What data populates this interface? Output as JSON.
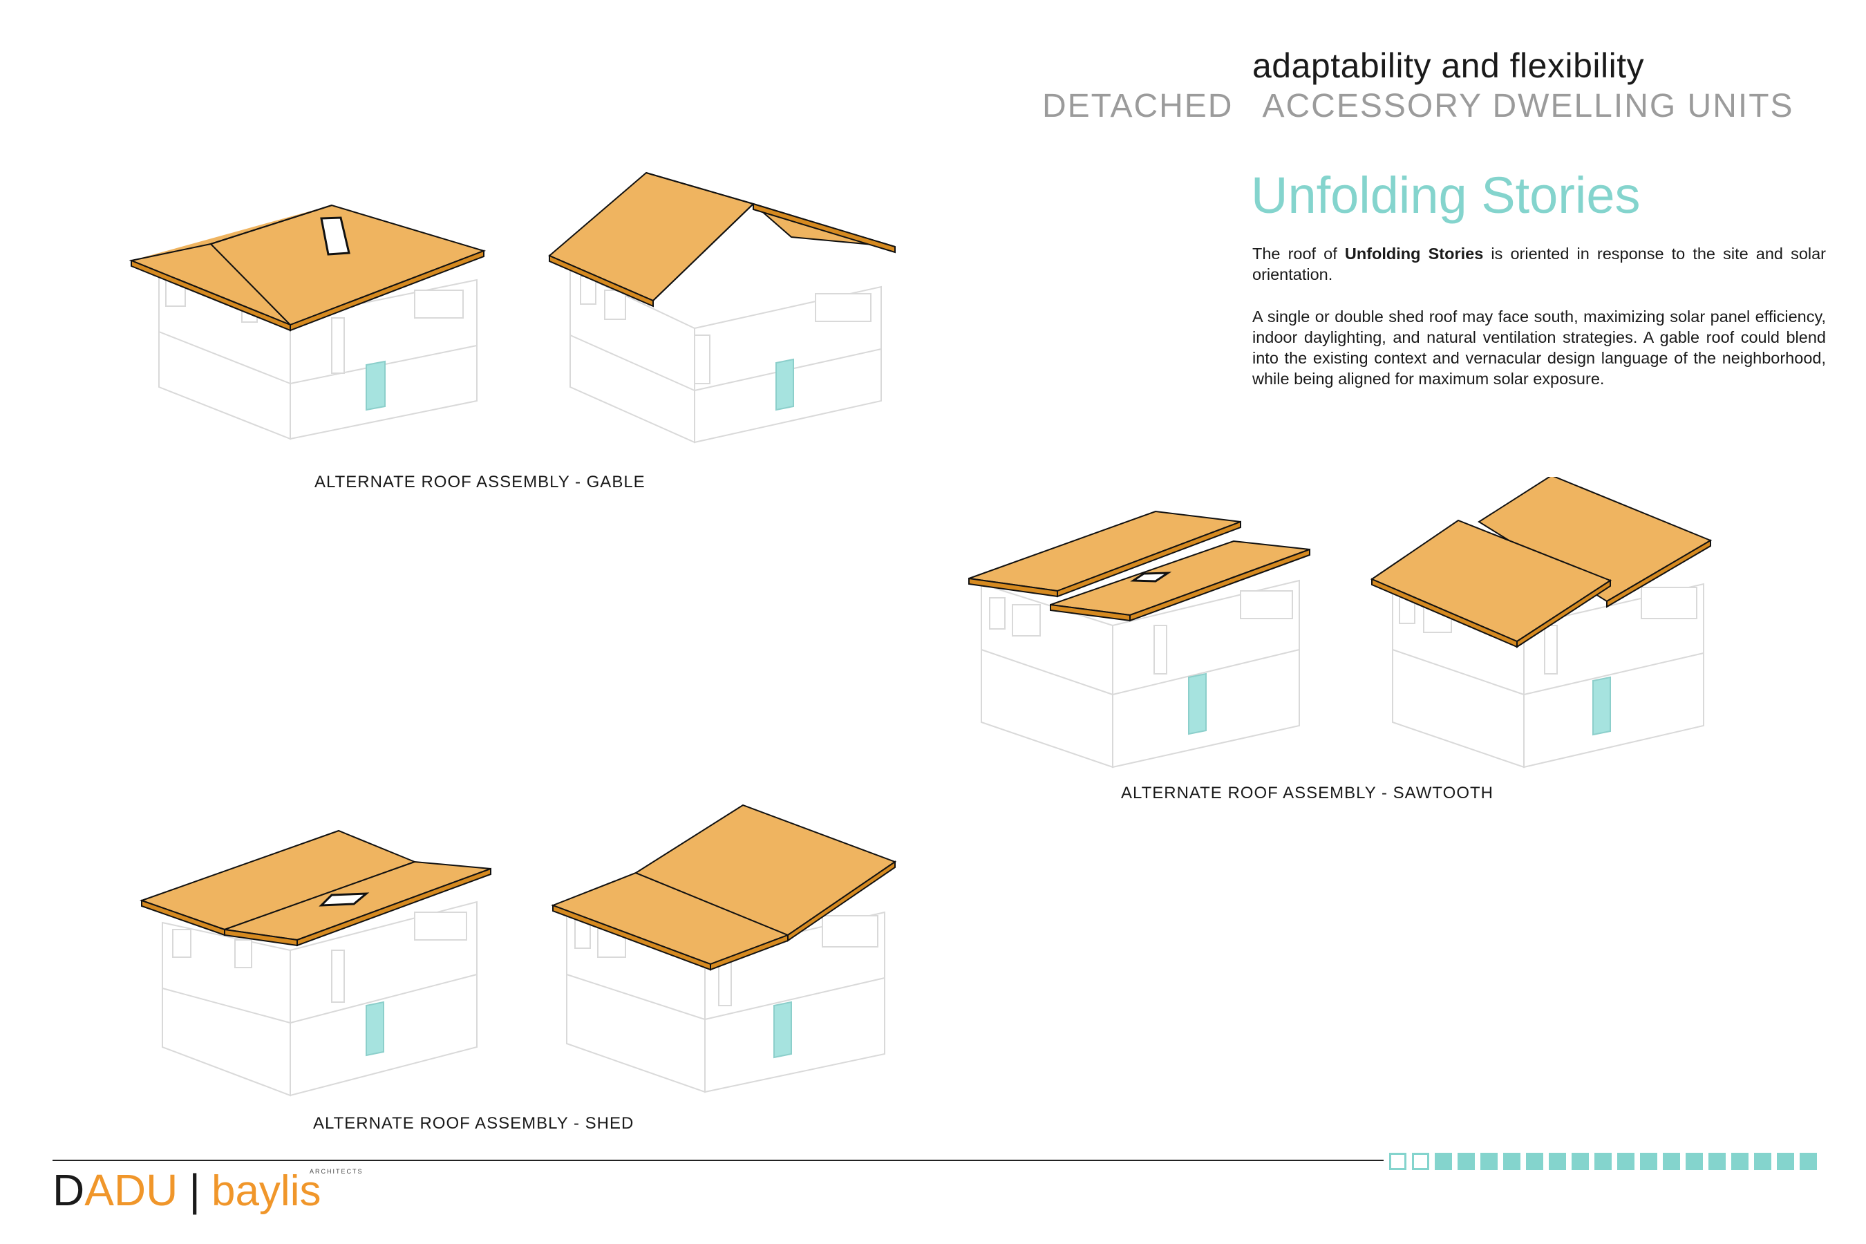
{
  "header": {
    "subtitle": "adaptability and flexibility",
    "heading_word1": "DETACHED",
    "heading_word2": "ACCESSORY DWELLING UNITS"
  },
  "section": {
    "title": "Unfolding Stories",
    "p1_pre": "The roof of ",
    "p1_bold": "Unfolding Stories",
    "p1_post": " is oriented in response to the site and solar orientation.",
    "p2": "A single or double shed roof may face south, maximizing solar panel efficiency, indoor daylighting, and natural ventilation strategies. A gable roof could blend into the existing context and vernacular design language of the neighborhood, while being aligned for maximum solar exposure."
  },
  "captions": {
    "gable": "ALTERNATE ROOF ASSEMBLY - GABLE",
    "sawtooth": "ALTERNATE ROOF ASSEMBLY - SAWTOOTH",
    "shed": "ALTERNATE ROOF ASSEMBLY  - SHED"
  },
  "footer": {
    "brand_d": "D",
    "brand_adu": "ADU",
    "brand_sep": "|",
    "brand_baylis": "baylis",
    "brand_architects": "ARCHITECTS",
    "progress_total": 19,
    "progress_empty": 2
  },
  "colors": {
    "roof": "#efb460",
    "roof_edge": "#d68a20",
    "glass": "#a6e3df",
    "accent_teal": "#84d4cd",
    "brand_orange": "#f0962a"
  },
  "icons": [
    "house-axonometric-gable",
    "house-axonometric-sawtooth",
    "house-axonometric-shed"
  ]
}
